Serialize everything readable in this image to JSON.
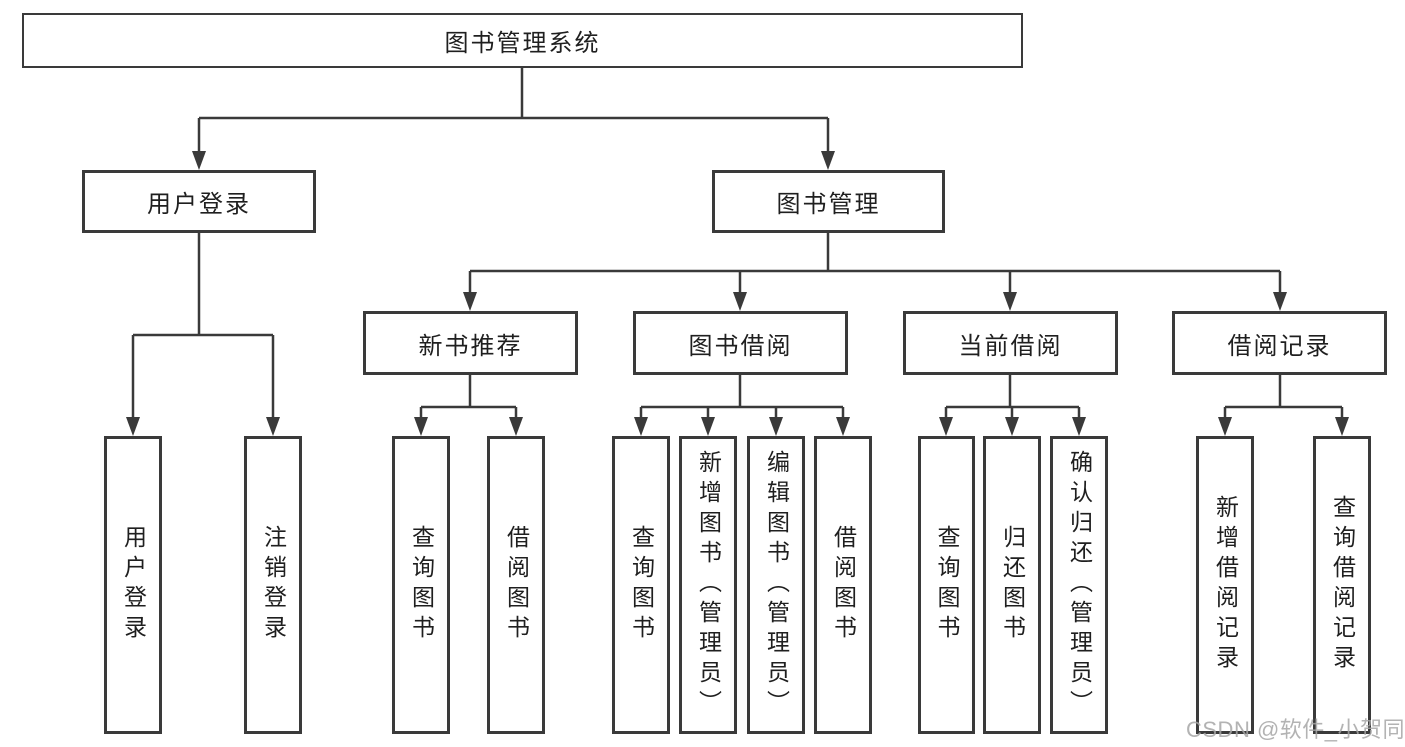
{
  "tree": {
    "root": {
      "label": "图书管理系统"
    },
    "branches": [
      {
        "label": "用户登录",
        "children": [
          {
            "label": "用户登录"
          },
          {
            "label": "注销登录"
          }
        ]
      },
      {
        "label": "图书管理",
        "sections": [
          {
            "label": "新书推荐",
            "children": [
              {
                "label": "查询图书"
              },
              {
                "label": "借阅图书"
              }
            ]
          },
          {
            "label": "图书借阅",
            "children": [
              {
                "label": "查询图书"
              },
              {
                "label": "新增图书（管理员）"
              },
              {
                "label": "编辑图书（管理员）"
              },
              {
                "label": "借阅图书"
              }
            ]
          },
          {
            "label": "当前借阅",
            "children": [
              {
                "label": "查询图书"
              },
              {
                "label": "归还图书"
              },
              {
                "label": "确认归还（管理员）"
              }
            ]
          },
          {
            "label": "借阅记录",
            "children": [
              {
                "label": "新增借阅记录"
              },
              {
                "label": "查询借阅记录"
              }
            ]
          }
        ]
      }
    ]
  },
  "watermark": {
    "text": "CSDN @软件_小贺同学"
  },
  "colors": {
    "line": "#3a3a3a",
    "text": "#1f1f1f",
    "watermark": "#a6a6a6",
    "bg": "#ffffff"
  }
}
